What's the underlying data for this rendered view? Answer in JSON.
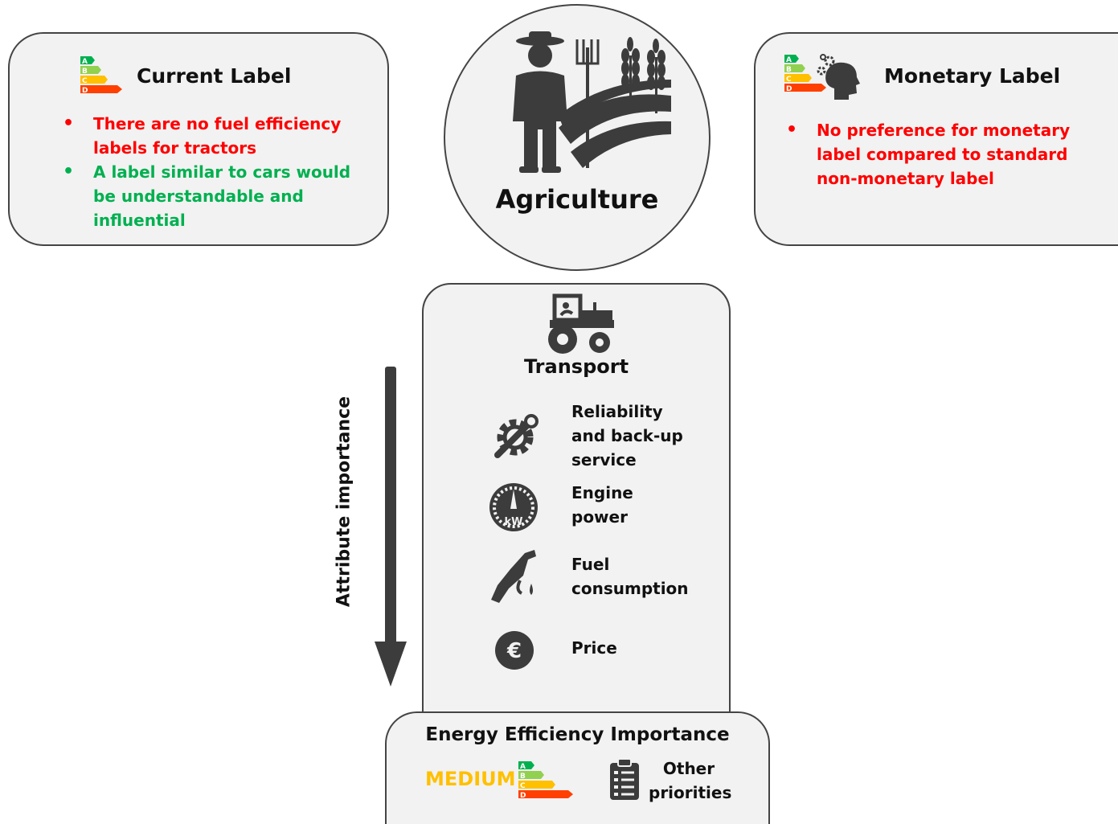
{
  "current_label": {
    "title": "Current Label",
    "bullets": [
      {
        "text": "There are no fuel efficiency labels for tractors",
        "color": "#ff0000"
      },
      {
        "text": "A label similar to cars would be understandable and influential",
        "color": "#00b050"
      }
    ]
  },
  "center": {
    "title": "Agriculture"
  },
  "monetary_label": {
    "title": "Monetary Label",
    "bullets": [
      {
        "text": "No preference for monetary label compared to standard non-monetary label",
        "color": "#ff0000"
      }
    ]
  },
  "transport": {
    "title": "Transport",
    "attributes": [
      {
        "icon": "gear-wrench-icon",
        "label_lines": [
          "Reliability",
          "and back-up",
          "service"
        ]
      },
      {
        "icon": "gauge-kw-icon",
        "gauge_text": "kW",
        "label_lines": [
          "Engine",
          "power"
        ]
      },
      {
        "icon": "fuel-nozzle-icon",
        "label_lines": [
          "Fuel",
          "consumption"
        ]
      },
      {
        "icon": "euro-coin-icon",
        "coin_text": "€",
        "label_lines": [
          "Price"
        ]
      }
    ]
  },
  "arrow": {
    "label": "Attribute importance"
  },
  "energy": {
    "title": "Energy Efficiency Importance",
    "level": "MEDIUM",
    "level_color": "#ffc000",
    "other": [
      "Other",
      "priorities"
    ]
  },
  "label_letters": [
    "A",
    "B",
    "C",
    "D"
  ],
  "colors": {
    "bar_a": "#00b050",
    "bar_b": "#92d050",
    "bar_c": "#ffc000",
    "bar_d": "#ff4000",
    "dark": "#3c3c3c"
  }
}
